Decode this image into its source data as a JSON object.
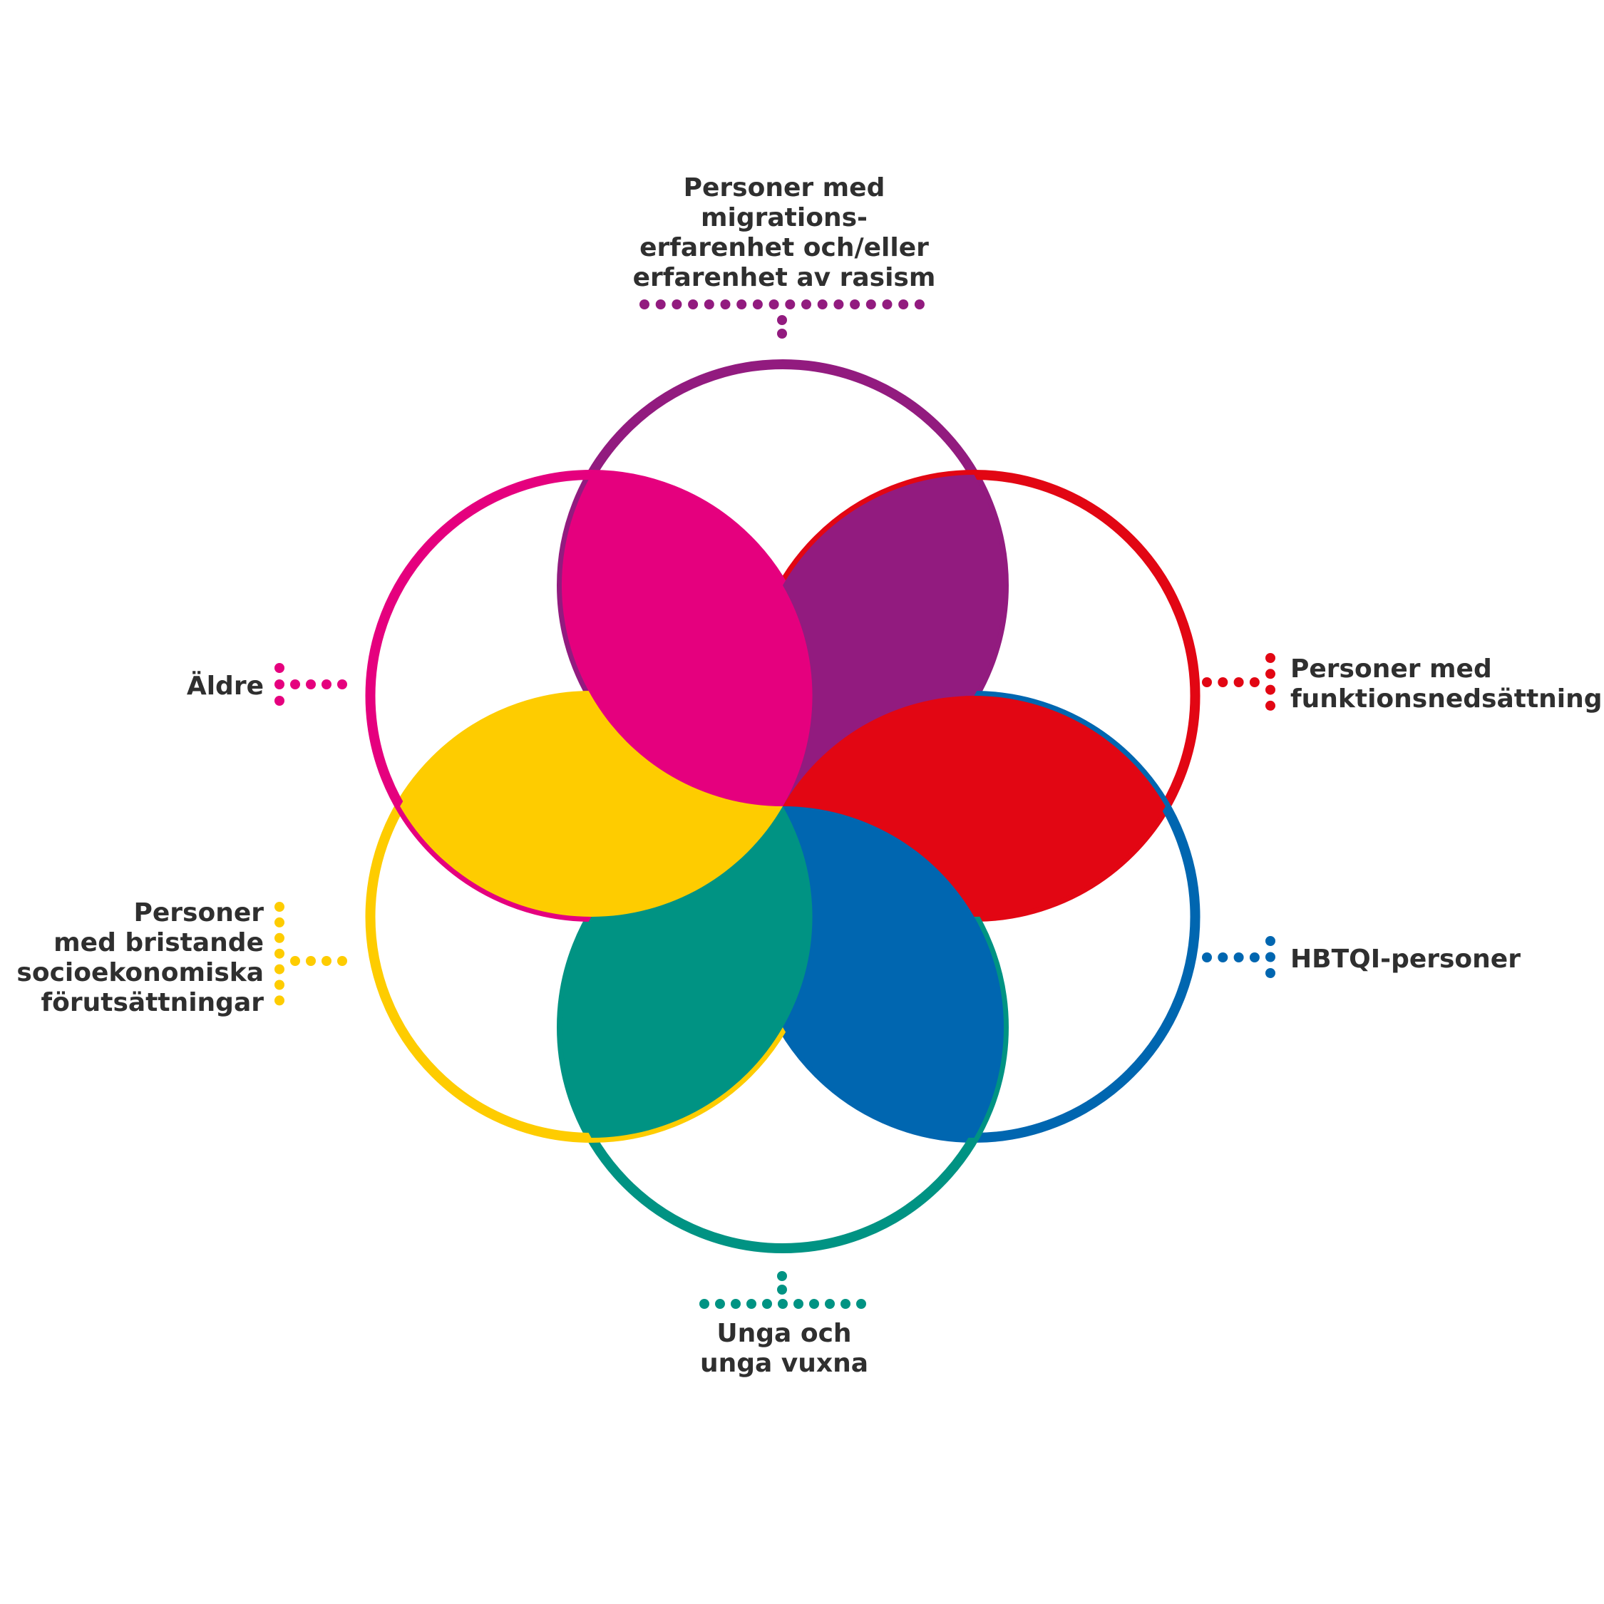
{
  "colors": {
    "purple": "#921b7f",
    "red": "#e20613",
    "blue": "#0066b0",
    "teal": "#009383",
    "yellow": "#fecc00",
    "magenta": "#e5007e",
    "text": "#2f2f2f",
    "background": "#ffffff"
  },
  "groups": [
    {
      "id": "migration",
      "color": "purple",
      "label_lines": [
        "Personer med",
        "migrations-",
        "erfarenhet och/eller",
        "erfarenhet av rasism"
      ]
    },
    {
      "id": "disability",
      "color": "red",
      "label_lines": [
        "Personer med",
        "funktionsnedsättning"
      ]
    },
    {
      "id": "hbtqi",
      "color": "blue",
      "label_lines": [
        "HBTQI-personer"
      ]
    },
    {
      "id": "youth",
      "color": "teal",
      "label_lines": [
        "Unga och",
        "unga vuxna"
      ]
    },
    {
      "id": "socioeconomic",
      "color": "yellow",
      "label_lines": [
        "Personer",
        "med bristande",
        "socioekonomiska",
        "förutsättningar"
      ]
    },
    {
      "id": "elderly",
      "color": "magenta",
      "label_lines": [
        "Äldre"
      ]
    }
  ]
}
